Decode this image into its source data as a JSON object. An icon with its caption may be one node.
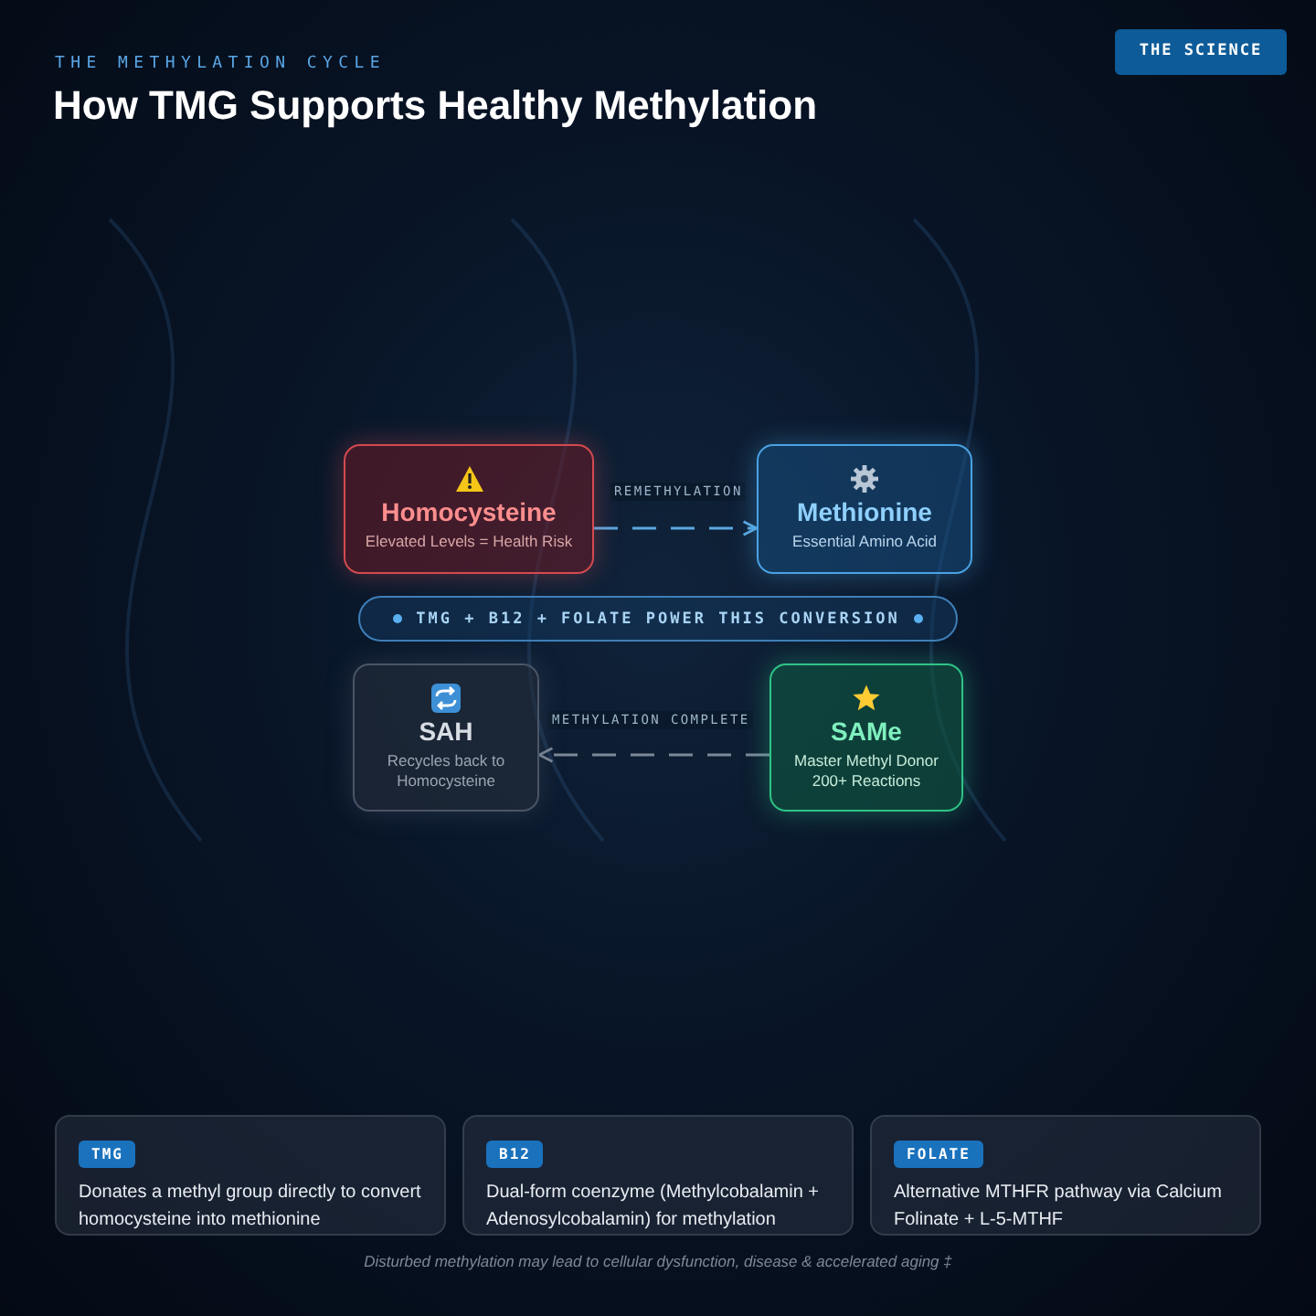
{
  "diagram": {
    "title": "How TMG Supports Healthy Methylation",
    "caption": "Disturbed methylation may lead to cellular dysfunction, disease & accelerated aging ‡",
    "nodes": [
      {
        "text": [
          "Homocysteine",
          "Elevated Levels = Health Risk"
        ]
      },
      {
        "text": [
          "Methionine",
          "Essential Amino Acid"
        ]
      },
      {
        "text": [
          "TMG + B12 + FOLATE POWER THIS CONVERSION"
        ]
      },
      {
        "text": [
          "SAH",
          "Recycles back to Homocysteine"
        ]
      },
      {
        "text": [
          "SAMe",
          "Master Methyl Donor 200+ Reactions"
        ]
      },
      {
        "text": [
          "TMG",
          "Donates a methyl group directly to convert homocysteine into methionine"
        ]
      },
      {
        "text": [
          "B12",
          "Dual-form coenzyme (Methylcobalamin + Adenosylcobalamin) for methylation"
        ]
      },
      {
        "text": [
          "FOLATE",
          "Alternative MTHFR pathway via Calcium Folinate + L-5-MTHF"
        ]
      }
    ],
    "edges": [
      {
        "from": 0,
        "to": 1,
        "arrow": "to",
        "label": "REMETHYLATION",
        "style": "dashed",
        "color": "#5aa8e0"
      },
      {
        "from": 4,
        "to": 3,
        "arrow": "to",
        "label": "METHYLATION COMPLETE",
        "style": "dashed",
        "color": "#7d8898"
      }
    ],
    "labels": [
      "THE METHYLATION CYCLE",
      "THE SCIENCE"
    ]
  }
}
